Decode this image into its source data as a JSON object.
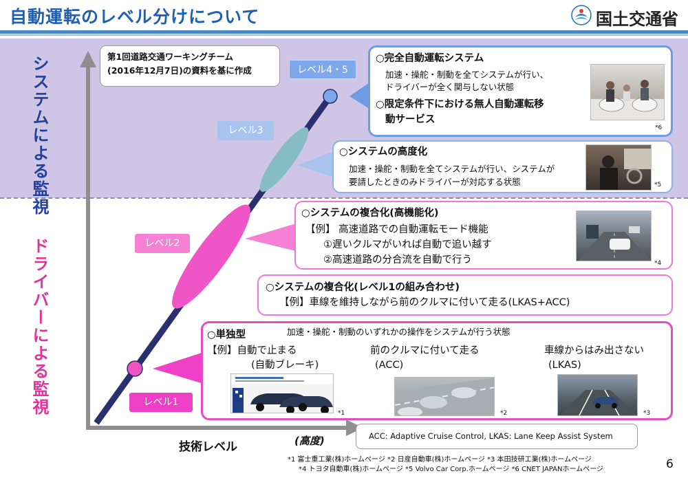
{
  "header": {
    "title": "自動運転のレベル分けについて",
    "org": "国土交通省",
    "logo_icon": "mlit-logo-icon",
    "accent_color": "#1d5fb3"
  },
  "axes": {
    "y_top_label": "システムによる監視",
    "y_bottom_label": "ドライバーによる監視",
    "x_label": "技術レベル",
    "x_label_note": "(高度)"
  },
  "reference_note": {
    "line1": "第1回道路交通ワーキングチーム",
    "line2": "(2016年12月7日)の資料を基に作成"
  },
  "levels": {
    "level45": "レベル4・5",
    "level3": "レベル3",
    "level2": "レベル2",
    "level1": "レベル1"
  },
  "boxes": {
    "l45": {
      "title1": "○完全自動運転システム",
      "desc1a": "加速・操舵・制動を全てシステムが行い、",
      "desc1b": "ドライバーが全く関与しない状態",
      "title2a": "○限定条件下における無人自動運転移",
      "title2b": "動サービス",
      "note": "*6"
    },
    "l3": {
      "title": "○システムの高度化",
      "desc1": "加速・操舵・制動を全てシステムが行い、システムが",
      "desc2": "要請したときのみドライバーが対応する状態",
      "note": "*5"
    },
    "l2a": {
      "title": "○システムの複合化(高機能化)",
      "ex": "【例】 高速道路での自動運転モード機能",
      "ex1": "①遅いクルマがいれば自動で追い越す",
      "ex2": "②高速道路の分合流を自動で行う",
      "note": "*4"
    },
    "l2b": {
      "title": "○システムの複合化(レベル1の組み合わせ)",
      "ex": "【例】車線を維持しながら前のクルマに付いて走る(LKAS+ACC)"
    },
    "l1": {
      "title": "○単独型",
      "desc": "加速・操舵・制動のいずれかの操作をシステムが行う状態",
      "ex_prefix": "【例】自動で止まる",
      "ex1_sub": "(自動ブレーキ)",
      "ex2": "前のクルマに付いて走る",
      "ex2_sub": "(ACC)",
      "ex3": "車線からはみ出さない",
      "ex3_sub": "(LKAS)",
      "note1": "*1",
      "note2": "*2",
      "note3": "*3"
    }
  },
  "legend": "ACC: Adaptive Cruise Control,  LKAS: Lane Keep Assist System",
  "sources": {
    "line1": "*1 富士重工業(株)ホームページ *2 日産自動車(株)ホームページ *3 本田技研工業(株)ホームページ",
    "line2": "*4 トヨタ自動車(株)ホームページ *5 Volvo Car Corp.ホームページ *6 CNET JAPANホームページ"
  },
  "page_number": "6",
  "colors": {
    "system_area": "#cfc5e6",
    "blue_border": "#6f9be4",
    "pink_border": "#e24cc4",
    "level_pink": "#f055c8",
    "level_blue": "#7fa8ec",
    "diagonal": "#2a2f6e"
  }
}
